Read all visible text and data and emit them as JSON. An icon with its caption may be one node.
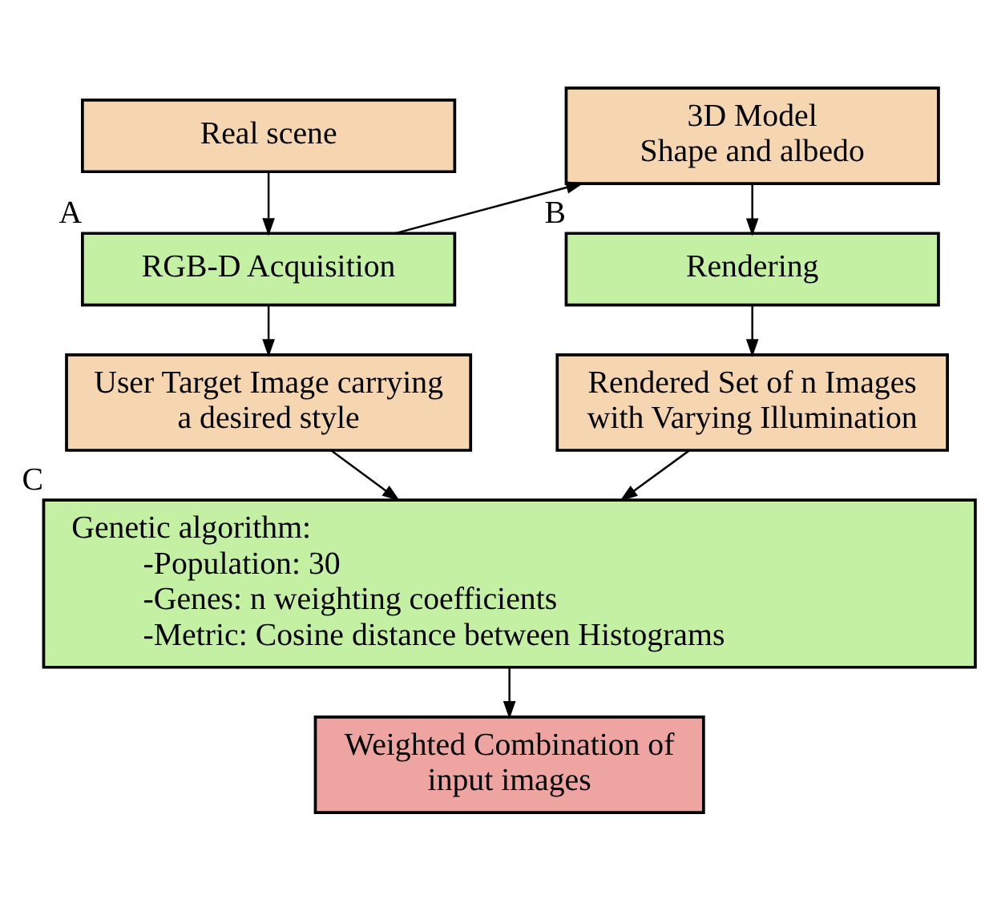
{
  "diagram": {
    "nodes": [
      {
        "text": [
          "Real scene"
        ]
      },
      {
        "text": [
          "RGB-D Acquisition"
        ],
        "beside": [
          "A"
        ]
      },
      {
        "text": [
          "3D Model",
          "Shape and albedo"
        ]
      },
      {
        "text": [
          "Rendering"
        ],
        "beside": [
          "B"
        ]
      },
      {
        "text": [
          "User Target Image carrying a desired style"
        ]
      },
      {
        "text": [
          "Rendered Set of n Images with Varying Illumination"
        ]
      },
      {
        "text": [
          "Genetic algorithm:",
          "-Population: 30",
          "-Genes: n weighting coefficients",
          "-Metric: Cosine distance between Histograms"
        ],
        "beside": [
          "C"
        ]
      },
      {
        "text": [
          "Weighted Combination of input images"
        ]
      }
    ],
    "edges": [
      {
        "from": 0,
        "to": 1,
        "arrow": "to"
      },
      {
        "from": 1,
        "to": 2,
        "arrow": "to"
      },
      {
        "from": 2,
        "to": 3,
        "arrow": "to"
      },
      {
        "from": 1,
        "to": 4,
        "arrow": "to"
      },
      {
        "from": 3,
        "to": 5,
        "arrow": "to"
      },
      {
        "from": 4,
        "to": 6,
        "arrow": "to"
      },
      {
        "from": 5,
        "to": 6,
        "arrow": "to"
      },
      {
        "from": 6,
        "to": 7,
        "arrow": "to"
      }
    ]
  }
}
